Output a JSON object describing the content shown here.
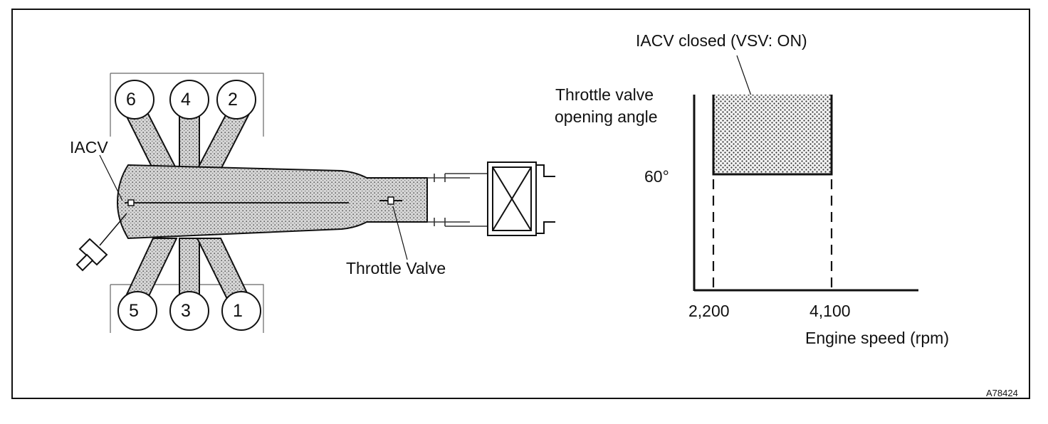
{
  "diagram": {
    "cylinders": {
      "top": [
        "6",
        "4",
        "2"
      ],
      "bottom": [
        "5",
        "3",
        "1"
      ]
    },
    "labels": {
      "iacv": "IACV",
      "throttle_valve": "Throttle Valve"
    }
  },
  "graph": {
    "annotation": "IACV closed (VSV: ON)",
    "ylabel_line1": "Throttle valve",
    "ylabel_line2": "opening angle",
    "ytick": "60°",
    "xticks": [
      "2,200",
      "4,100"
    ],
    "xlabel": "Engine speed (rpm)"
  },
  "figure_code": "A78424"
}
